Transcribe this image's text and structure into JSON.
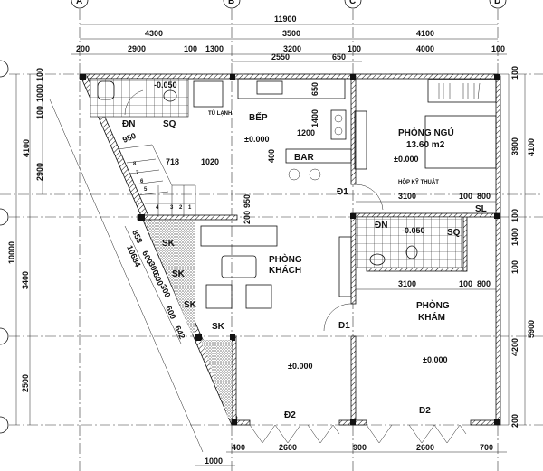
{
  "grid_axes": {
    "top": [
      "A",
      "B",
      "C",
      "D"
    ]
  },
  "dimensions": {
    "top_total": "11900",
    "top_mid": [
      "4300",
      "3500",
      "4100"
    ],
    "top_detail": [
      "200",
      "2900",
      "100",
      "1300",
      "3200",
      "100",
      "4000",
      "100"
    ],
    "top_sub": [
      "2550",
      "650"
    ],
    "bottom": [
      "400",
      "2600",
      "900",
      "2600",
      "700"
    ],
    "bottom_sub": "1000",
    "left": [
      "100",
      "1000",
      "100",
      "4100",
      "2900",
      "10000",
      "3400",
      "2500"
    ],
    "right": [
      "100",
      "3900",
      "4100",
      "100",
      "1400",
      "100",
      "5900",
      "4200",
      "200"
    ],
    "kitchen": [
      "650",
      "1400",
      "1200",
      "400",
      "950",
      "200"
    ],
    "stair": [
      "950",
      "718",
      "1020"
    ],
    "diagonal": [
      "858",
      "600",
      "300",
      "600",
      "300",
      "600",
      "642",
      "10684"
    ],
    "inner": [
      "3100",
      "100",
      "800",
      "3100",
      "100",
      "800"
    ]
  },
  "stair_steps": [
    "8",
    "7",
    "6",
    "5",
    "4",
    "3",
    "2",
    "1"
  ],
  "rooms": {
    "wc1_label": "ĐN",
    "wc1_sq": "SQ",
    "wc1_level": "-0.050",
    "fridge": "TỦ LẠNH",
    "kitchen": "BẾP",
    "kitchen_level": "±0.000",
    "bar": "BAR",
    "bedroom_line1": "PHÒNG NGỦ",
    "bedroom_area": "13.60 m2",
    "bedroom_level": "±0.000",
    "tech_box": "HỘP KỸ THUẬT",
    "door_d1_a": "Đ1",
    "sl": "SL",
    "wc2_label": "ĐN",
    "wc2_level": "-0.050",
    "wc2_sq": "SQ",
    "living_line1": "PHÒNG",
    "living_line2": "KHÁCH",
    "clinic_line1": "PHÒNG",
    "clinic_line2": "KHÁM",
    "door_d1_b": "Đ1",
    "garden": [
      "SK",
      "SK",
      "SK",
      "SK"
    ],
    "front_level": "±0.000",
    "clinic_level": "±0.000",
    "door_d2_a": "Đ2",
    "door_d2_b": "Đ2"
  }
}
